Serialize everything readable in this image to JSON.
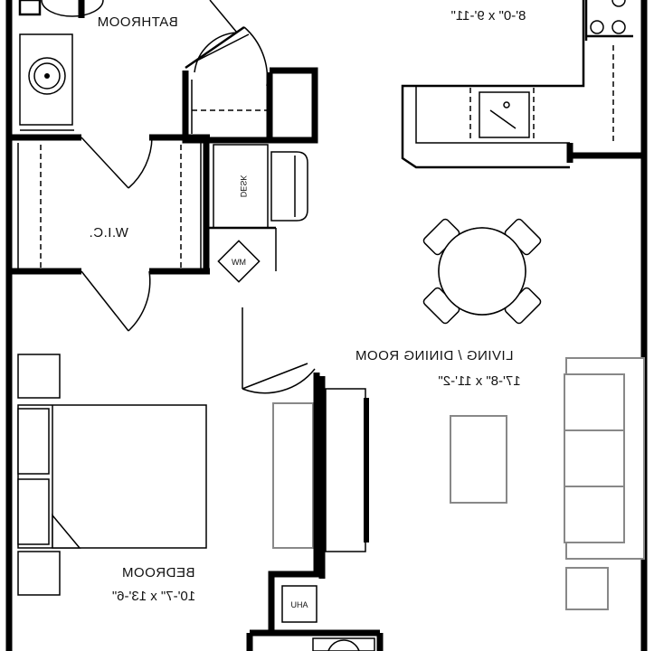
{
  "rooms": {
    "bathroom": {
      "name": "BATHROOM"
    },
    "kitchen": {
      "dims": "8'-0\" x 9'-11\""
    },
    "wic": {
      "name": "W.I.C."
    },
    "desk": {
      "name": "DESK"
    },
    "mw": {
      "name": "MW"
    },
    "living": {
      "name": "LIVING / DINING ROOM",
      "dims": "17'-8\" x 11'-2\""
    },
    "bedroom": {
      "name": "BEDROOM",
      "dims": "10'-7\" x 13'-6\""
    },
    "ahu": {
      "name": "AHU"
    }
  },
  "rendering": {
    "mirrored_text": true,
    "wall_color": "#000000",
    "furniture_outline": "#888888"
  }
}
